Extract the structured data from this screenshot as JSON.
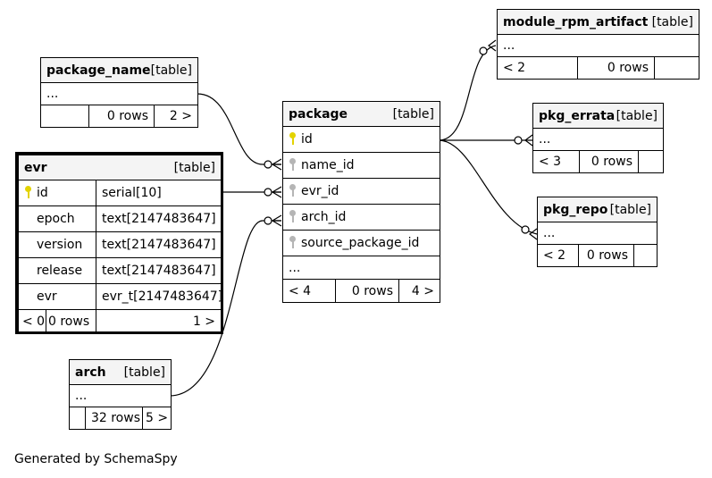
{
  "footer": "Generated by SchemaSpy",
  "tables": {
    "module_rpm_artifact": {
      "name": "module_rpm_artifact",
      "kind": "[table]",
      "ellipsis": "...",
      "parents": "< 2",
      "rows": "0 rows",
      "children": ""
    },
    "package_name": {
      "name": "package_name",
      "kind": "[table]",
      "ellipsis": "...",
      "parents": "",
      "rows": "0 rows",
      "children": "2 >"
    },
    "package": {
      "name": "package",
      "kind": "[table]",
      "columns": [
        {
          "name": "id",
          "key": "pk"
        },
        {
          "name": "name_id",
          "key": "fk"
        },
        {
          "name": "evr_id",
          "key": "fk"
        },
        {
          "name": "arch_id",
          "key": "fk"
        },
        {
          "name": "source_package_id",
          "key": "fk"
        }
      ],
      "ellipsis": "...",
      "parents": "< 4",
      "rows": "0 rows",
      "children": "4 >"
    },
    "pkg_errata": {
      "name": "pkg_errata",
      "kind": "[table]",
      "ellipsis": "...",
      "parents": "< 3",
      "rows": "0 rows",
      "children": ""
    },
    "evr": {
      "name": "evr",
      "kind": "[table]",
      "columns": [
        {
          "name": "id",
          "type": "serial[10]",
          "key": "pk"
        },
        {
          "name": "epoch",
          "type": "text[2147483647]",
          "key": ""
        },
        {
          "name": "version",
          "type": "text[2147483647]",
          "key": ""
        },
        {
          "name": "release",
          "type": "text[2147483647]",
          "key": ""
        },
        {
          "name": "evr",
          "type": "evr_t[2147483647]",
          "key": ""
        }
      ],
      "parents": "< 0",
      "rows": "0 rows",
      "children": "1 >"
    },
    "pkg_repo": {
      "name": "pkg_repo",
      "kind": "[table]",
      "ellipsis": "...",
      "parents": "< 2",
      "rows": "0 rows",
      "children": ""
    },
    "arch": {
      "name": "arch",
      "kind": "[table]",
      "ellipsis": "...",
      "parents": "",
      "rows": "32 rows",
      "children": "5 >"
    }
  }
}
